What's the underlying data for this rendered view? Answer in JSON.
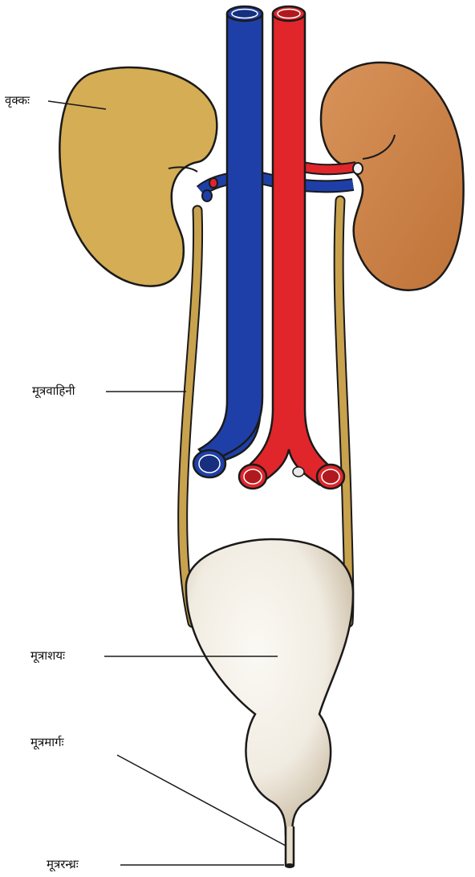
{
  "labels": {
    "kidney": "वृक्कः",
    "ureter": "मूत्रवाहिनी",
    "bladder": "मूत्राशयः",
    "urethra": "मूत्रमार्गः",
    "urethral_opening": "मूत्ररन्ध्रः"
  },
  "colors": {
    "vein": "#1f3fa8",
    "artery": "#e0262b",
    "kidney_left": "#d4ad55",
    "kidney_right": "#cf8545",
    "ureter": "#c9a24e",
    "bladder_light": "#f4f1ea",
    "bladder_dark": "#c6b79e",
    "outline": "#1a1a1a"
  }
}
